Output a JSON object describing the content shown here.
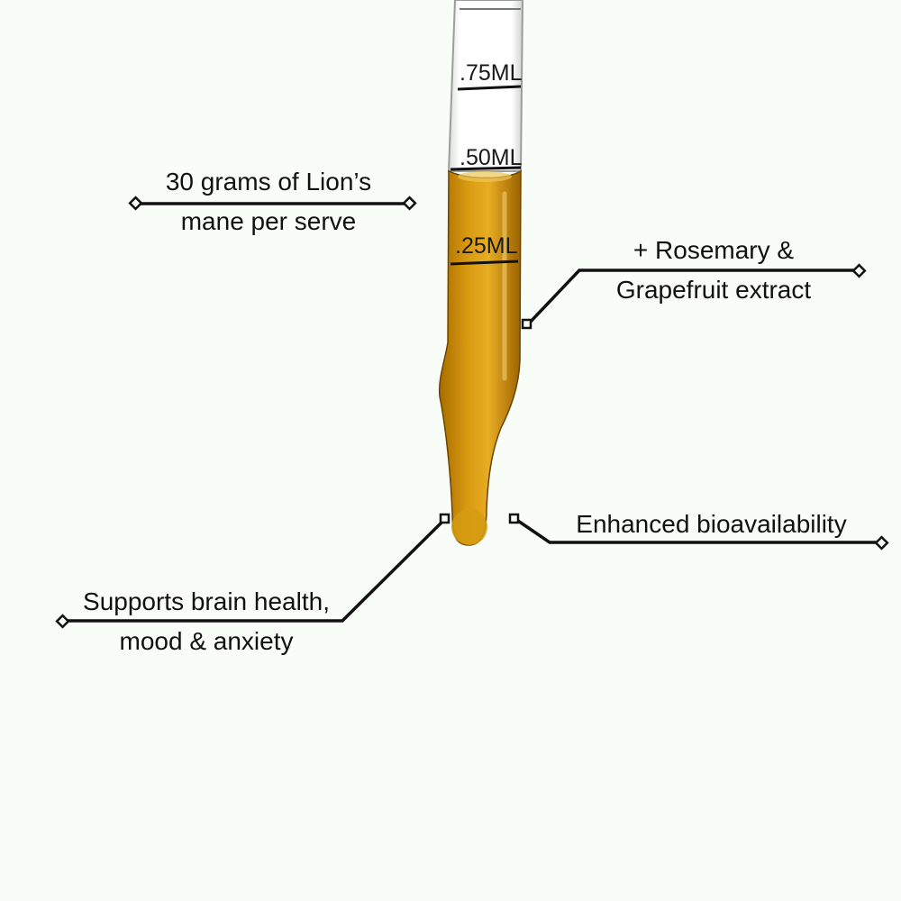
{
  "dropper": {
    "markings": [
      ".75ML",
      ".50ML",
      ".25ML"
    ],
    "liquid_color": "#c98a06",
    "liquid_light_color": "#e3a51a"
  },
  "callouts": {
    "lions_mane": {
      "line1": "30 grams of Lion’s",
      "line2": "mane per serve"
    },
    "rosemary": {
      "line1": "+ Rosemary &",
      "line2": "Grapefruit extract"
    },
    "bioavailability": {
      "line1": "Enhanced bioavailability"
    },
    "brain_health": {
      "line1": "Supports brain health,",
      "line2": "mood & anxiety"
    }
  },
  "colors": {
    "background": "#f8fdf7",
    "line": "#111111"
  }
}
